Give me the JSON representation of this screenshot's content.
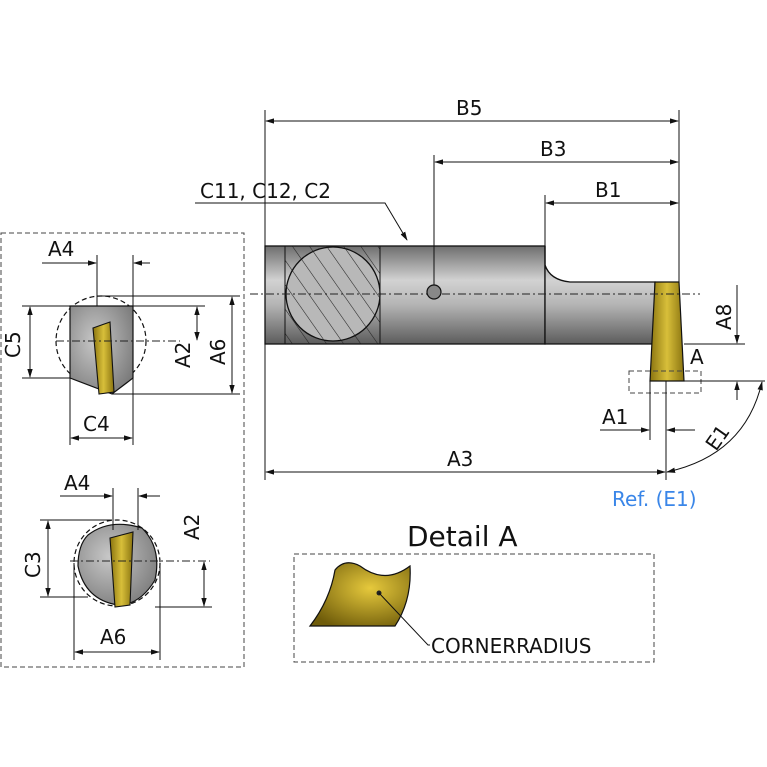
{
  "labels": {
    "b5": "B5",
    "b3": "B3",
    "b1": "B1",
    "c11c12c2": "C11, C12, C2",
    "a3": "A3",
    "a8": "A8",
    "a": "A",
    "a1": "A1",
    "e1": "E1",
    "ref_e1": "Ref. (E1)",
    "detail_a": "Detail A",
    "cornerradius": "CORNERRADIUS",
    "top_a4": "A4",
    "top_c5": "C5",
    "top_a2": "A2",
    "top_a6": "A6",
    "top_c4": "C4",
    "bot_a4": "A4",
    "bot_a2": "A2",
    "bot_c3": "C3",
    "bot_a6": "A6"
  },
  "colors": {
    "insert_gold": "#b59a14",
    "shank_gray": "#9a9a9a",
    "ref_blue": "#3a86e8"
  }
}
